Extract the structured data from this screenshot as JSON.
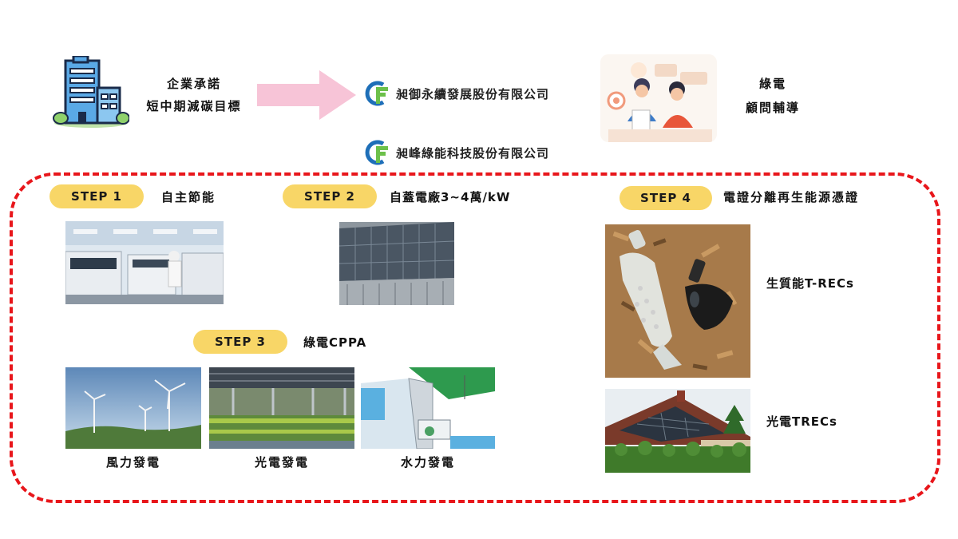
{
  "header": {
    "commitment_line1": "企業承諾",
    "commitment_line2": "短中期減碳目標",
    "company1": "昶御永續發展股份有限公司",
    "company2": "昶峰綠能科技股份有限公司",
    "consult_line1": "綠電",
    "consult_line2": "顧問輔導"
  },
  "steps": [
    {
      "badge": "STEP  1",
      "label": "自主節能"
    },
    {
      "badge": "STEP  2",
      "label": "自蓋電廠3~4萬/kW"
    },
    {
      "badge": "STEP  3",
      "label": "綠電CPPA"
    },
    {
      "badge": "STEP  4",
      "label": "電證分離再生能源憑證"
    }
  ],
  "power_types": [
    "風力發電",
    "光電發電",
    "水力發電"
  ],
  "certificates": [
    "生質能T-RECs",
    "光電TRECs"
  ],
  "icons": {
    "building": "office-building-icon",
    "arrow": "right-arrow-icon",
    "logo": "cf-logo-icon"
  },
  "colors": {
    "badge": "#f8d667",
    "dashed_border": "#e8161b",
    "arrow": "#f7c4d7",
    "logo_green": "#6cc04a",
    "logo_blue": "#1e6fb8"
  }
}
